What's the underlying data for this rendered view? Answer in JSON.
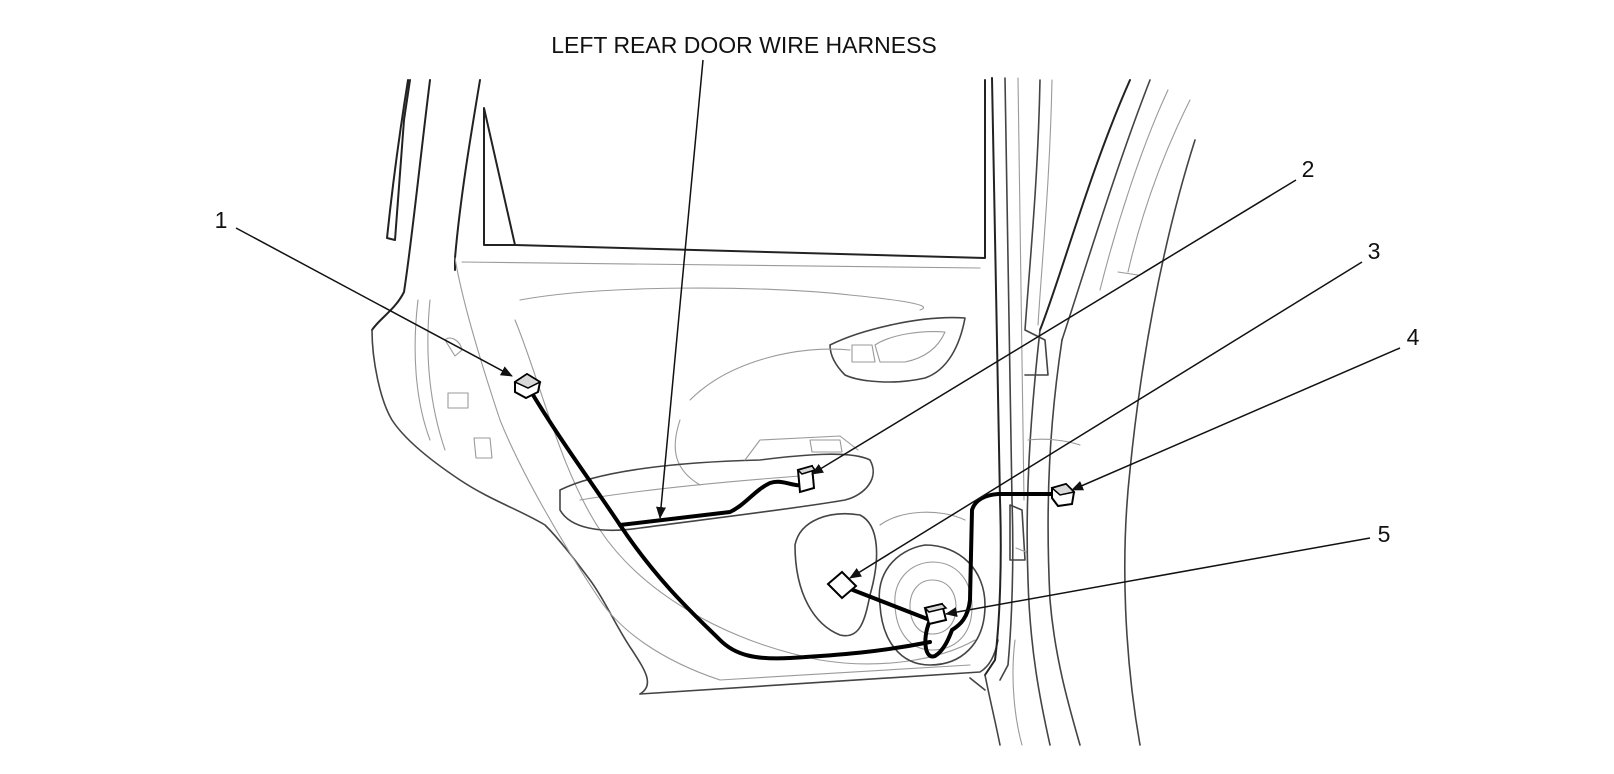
{
  "diagram": {
    "title": "LEFT REAR DOOR WIRE HARNESS",
    "callouts": [
      {
        "id": "1",
        "label": "1"
      },
      {
        "id": "2",
        "label": "2"
      },
      {
        "id": "3",
        "label": "3"
      },
      {
        "id": "4",
        "label": "4"
      },
      {
        "id": "5",
        "label": "5"
      }
    ]
  }
}
